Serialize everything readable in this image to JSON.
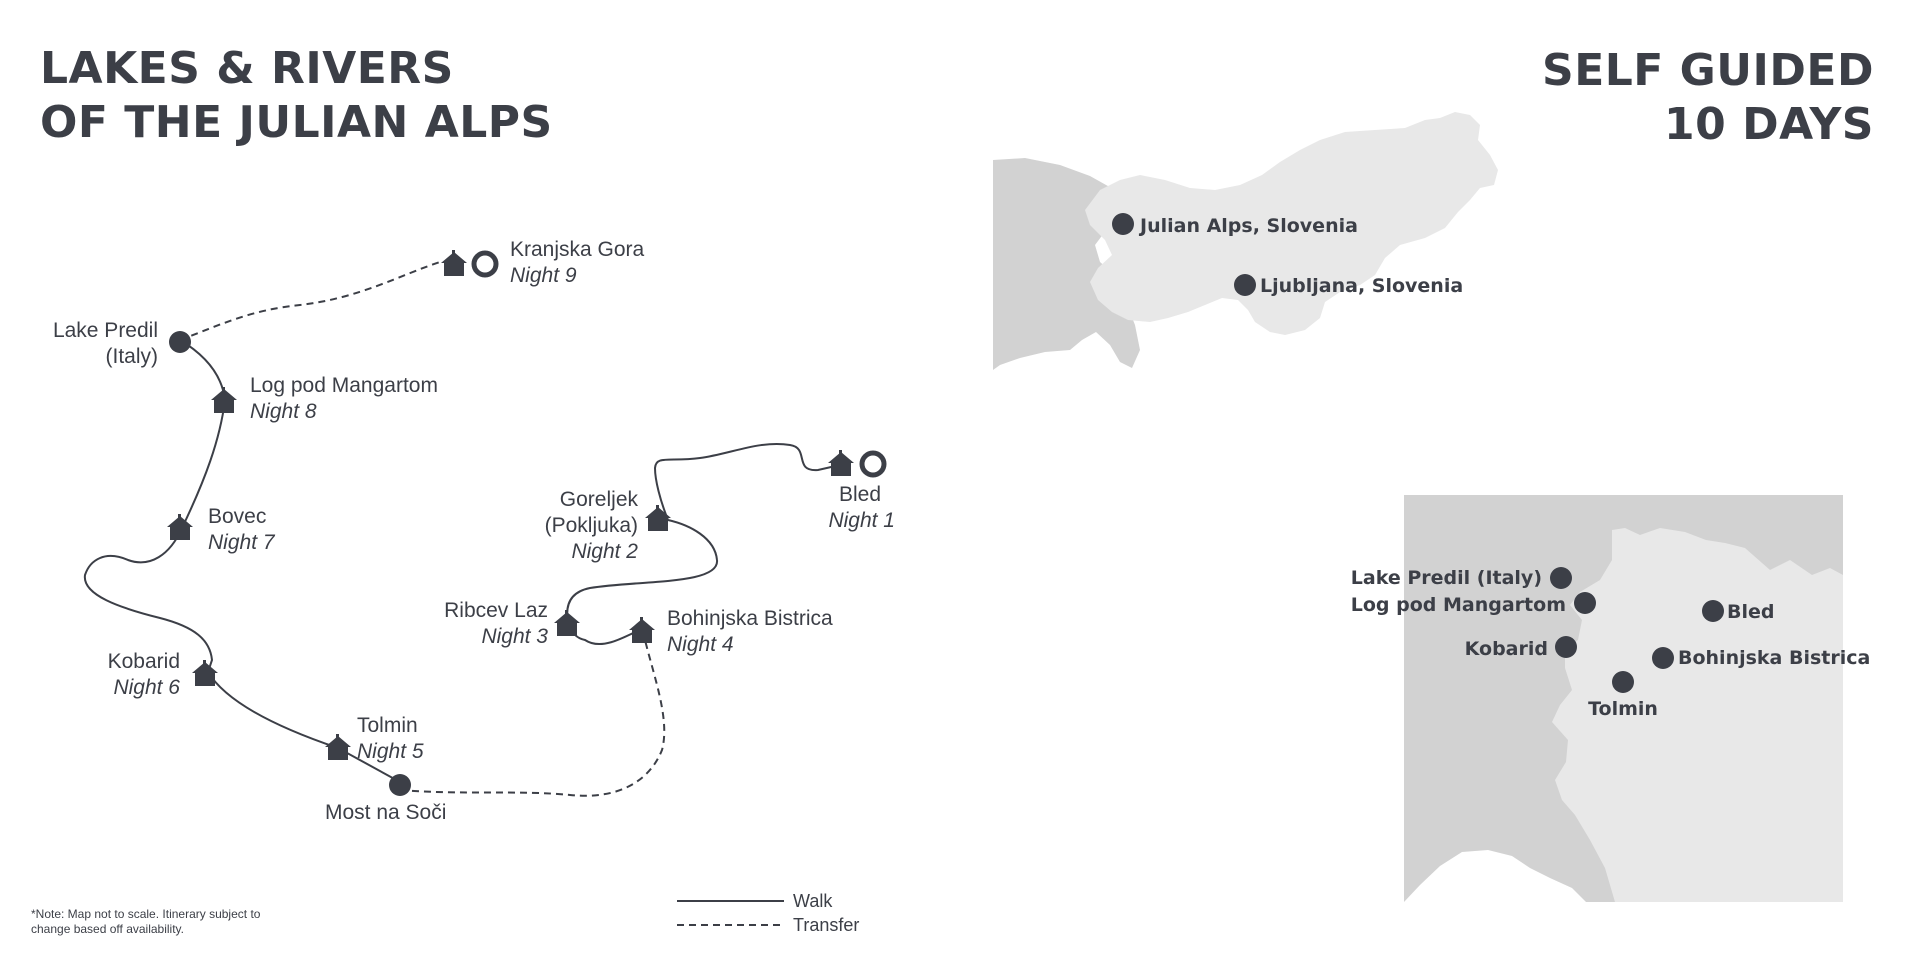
{
  "title": {
    "line1": "LAKES & RIVERS",
    "line2": "OF THE JULIAN ALPS"
  },
  "subtitle": {
    "line1": "SELF GUIDED",
    "line2": "10 DAYS"
  },
  "colors": {
    "ink": "#3c3f47",
    "land_dark": "#d2d2d2",
    "land_light": "#e8e8e8"
  },
  "route_stops": [
    {
      "id": "kranjska-gora",
      "name": "Kranjska Gora",
      "night": "Night 9",
      "markers": [
        "house-icon",
        "ring-icon"
      ]
    },
    {
      "id": "lake-predil",
      "name_lines": [
        "Lake Predil",
        "(Italy)"
      ],
      "markers": [
        "dot-icon"
      ]
    },
    {
      "id": "log-pod-mangartom",
      "name": "Log pod Mangartom",
      "night": "Night 8",
      "markers": [
        "house-icon"
      ]
    },
    {
      "id": "bovec",
      "name": "Bovec",
      "night": "Night 7",
      "markers": [
        "house-icon"
      ]
    },
    {
      "id": "kobarid",
      "name": "Kobarid",
      "night": "Night 6",
      "markers": [
        "house-icon"
      ]
    },
    {
      "id": "tolmin",
      "name": "Tolmin",
      "night": "Night 5",
      "markers": [
        "house-icon"
      ]
    },
    {
      "id": "most-na-soci",
      "name": "Most na Soči",
      "markers": [
        "dot-icon"
      ]
    },
    {
      "id": "bohinjska-bistrica",
      "name": "Bohinjska Bistrica",
      "night": "Night 4",
      "markers": [
        "house-icon"
      ]
    },
    {
      "id": "ribcev-laz",
      "name": "Ribcev Laz",
      "night": "Night 3",
      "markers": [
        "house-icon"
      ]
    },
    {
      "id": "goreljek",
      "name_lines": [
        "Goreljek",
        "(Pokljuka)"
      ],
      "night": "Night 2",
      "markers": [
        "house-icon"
      ]
    },
    {
      "id": "bled",
      "name": "Bled",
      "night": "Night 1",
      "markers": [
        "house-icon",
        "ring-icon"
      ]
    }
  ],
  "overview_map": {
    "locations": [
      "Julian Alps,  Slovenia",
      "Ljubljana, Slovenia"
    ]
  },
  "detail_map": {
    "locations": [
      "Lake Predil (Italy)",
      "Log pod Mangartom",
      "Kobarid",
      "Tolmin",
      "Bohinjska Bistrica",
      "Bled"
    ]
  },
  "legend": {
    "walk": "Walk",
    "transfer": "Transfer"
  },
  "note": {
    "line1": "*Note: Map not to scale. Itinerary subject to",
    "line2": "change based off availability."
  }
}
